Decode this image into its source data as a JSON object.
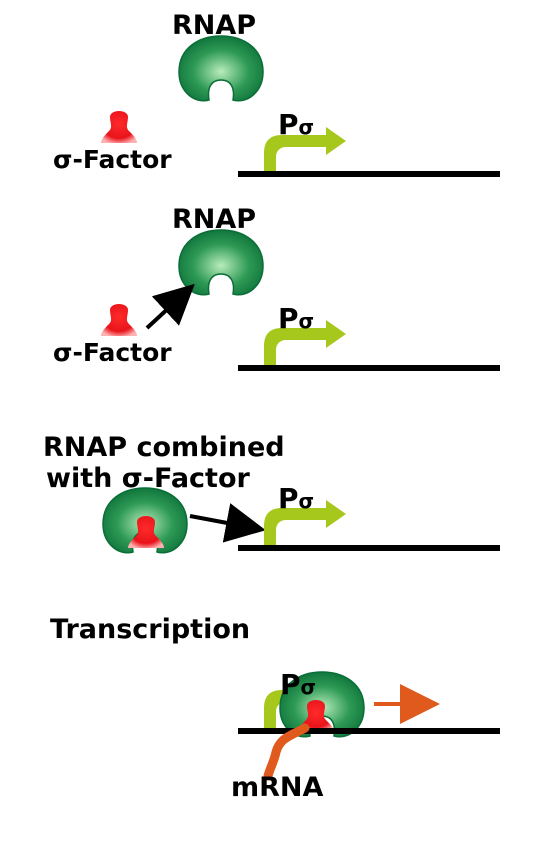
{
  "colors": {
    "rnap_dark": "#0b7a3e",
    "rnap_light": "#9fe0a8",
    "sigma_red": "#e8141b",
    "sigma_light": "#ffc0c0",
    "promoter_green": "#a6c71c",
    "mrna_orange": "#e05a1e",
    "dna_line": "#000000"
  },
  "panel1": {
    "rnap_label": "RNAP",
    "sigma_label": "σ-Factor",
    "promoter_P": "P",
    "promoter_sub": "σ"
  },
  "panel2": {
    "rnap_label": "RNAP",
    "sigma_label": "σ-Factor",
    "promoter_P": "P",
    "promoter_sub": "σ"
  },
  "panel3": {
    "title_line1": "RNAP combined",
    "title_line2": "with σ-Factor",
    "promoter_P": "P",
    "promoter_sub": "σ"
  },
  "panel4": {
    "title": "Transcription",
    "promoter_P": "P",
    "promoter_sub": "σ",
    "mrna_label": "mRNA"
  }
}
